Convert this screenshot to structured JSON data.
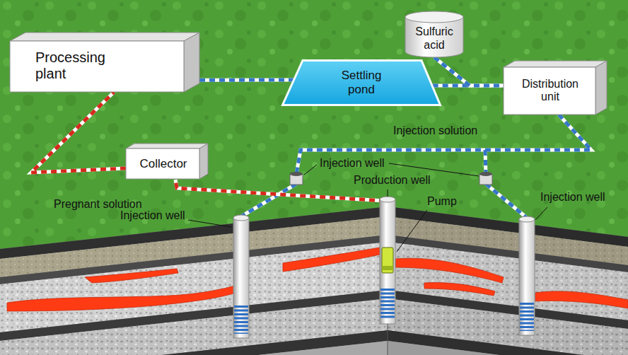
{
  "diagram": {
    "nodes": [
      {
        "text": [
          "Sulfuric acid"
        ]
      },
      {
        "text": [
          "Processing plant"
        ]
      },
      {
        "text": [
          "Settling pond"
        ]
      },
      {
        "text": [
          "Distribution unit"
        ]
      },
      {
        "text": [
          "Collector"
        ]
      }
    ],
    "edges": [
      {
        "from": 1,
        "to": 2,
        "arrow": "none"
      },
      {
        "from": 2,
        "to": 3,
        "arrow": "none"
      },
      {
        "from": 0,
        "to": 3,
        "arrow": "none"
      },
      {
        "from": 4,
        "to": 1,
        "arrow": "none"
      }
    ],
    "labels": [
      "Injection solution",
      "Injection well",
      "Production well",
      "Injection well",
      "Pump",
      "Pregnant solution",
      "Injection well"
    ]
  }
}
